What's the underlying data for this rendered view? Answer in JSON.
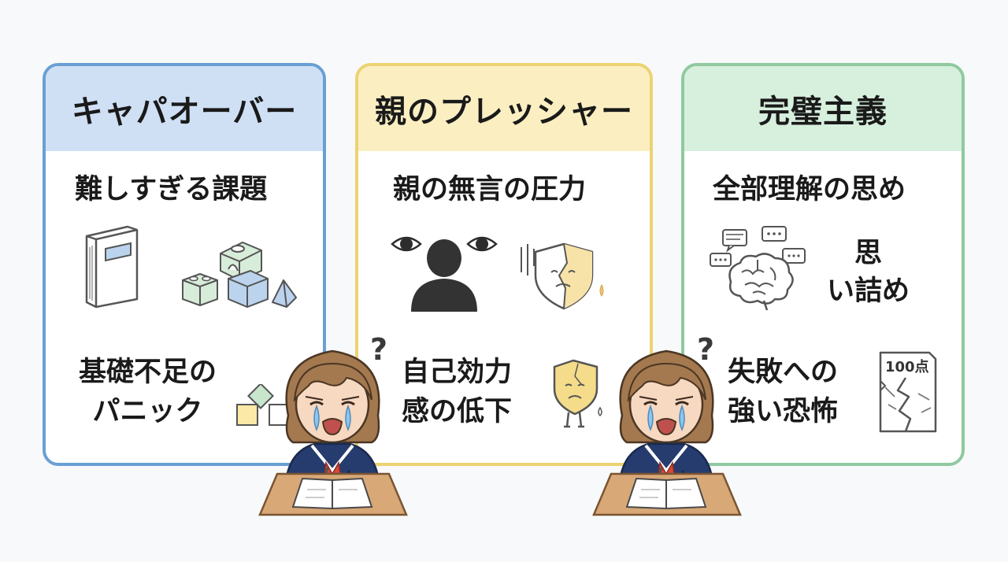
{
  "panels": [
    {
      "title": "キャパオーバー",
      "color": "#6a9fd4",
      "header_bg": "#cfe0f5",
      "items": [
        {
          "text": "難しすぎる課題",
          "icons": [
            "book-icon",
            "building-blocks-icon"
          ]
        },
        {
          "text": "基礎不足の\nパニック",
          "icons": [
            "blocks-icon"
          ]
        }
      ]
    },
    {
      "title": "親のプレッシャー",
      "color": "#ecd272",
      "header_bg": "#fbefc2",
      "items": [
        {
          "text": "親の無言の圧力",
          "icons": [
            "watching-eyes-icon",
            "cracked-shield-icon"
          ]
        },
        {
          "text": "自己効力\n感の低下",
          "icons": [
            "sad-shield-icon"
          ]
        }
      ]
    },
    {
      "title": "完璧主義",
      "color": "#8fc9a0",
      "header_bg": "#d7efdd",
      "items": [
        {
          "text": "全部理解の思め",
          "icons": [
            "brain-with-speech-bubbles-icon"
          ]
        },
        {
          "text": "思\nい詰め",
          "icons": []
        },
        {
          "text": "失敗への\n強い恐怖",
          "icons": [
            "torn-test-paper-icon"
          ]
        }
      ]
    }
  ],
  "test_paper_score": "100点",
  "question_mark": "?"
}
